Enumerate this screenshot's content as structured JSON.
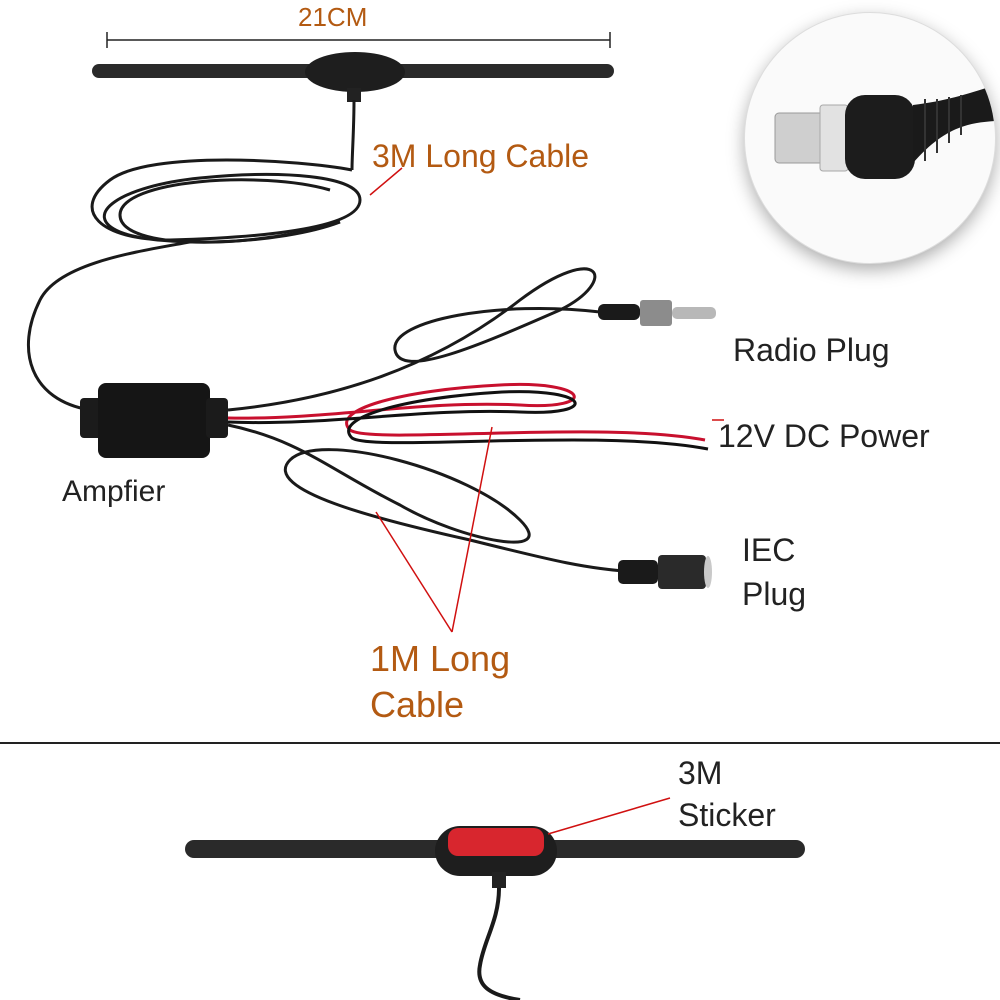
{
  "dimension_label": "21CM",
  "annotations": {
    "antenna_cable": "3M Long Cable",
    "radio_plug": "Radio Plug",
    "power": "12V DC Power",
    "amplifier": "Ampfier",
    "iec_line1": "IEC",
    "iec_line2": "Plug",
    "short_cable_line1": "1M Long",
    "short_cable_line2": "Cable",
    "sticker_line1": "3M",
    "sticker_line2": "Sticker"
  },
  "colors": {
    "label_accent": "#b35a12",
    "label_dark": "#222222",
    "cable": "#1a1a1a",
    "power_red": "#c8102e",
    "sticker_red": "#d8262e"
  }
}
